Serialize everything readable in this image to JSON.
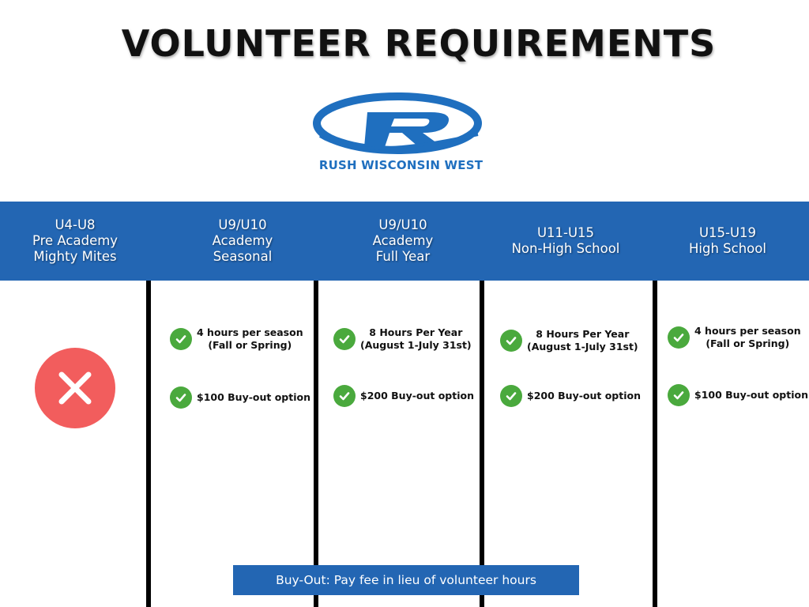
{
  "title": "VOLUNTEER REQUIREMENTS",
  "logo": {
    "text": "RUSH WISCONSIN WEST",
    "letter": "R"
  },
  "colors": {
    "header_blue": "#2366b3",
    "check_green": "#4aa93d",
    "reject_red": "#f25d5d",
    "logo_blue": "#1f6fbf"
  },
  "columns": [
    {
      "lines": [
        "U4-U8",
        "Pre Academy",
        "Mighty Mites"
      ],
      "status": "not-required",
      "status_icon": "x-icon"
    },
    {
      "lines": [
        "U9/U10",
        "Academy",
        "Seasonal"
      ],
      "items": [
        {
          "line1": "4 hours per season",
          "line2": "(Fall or Spring)",
          "icon": "check-icon"
        },
        {
          "line1": "$100 Buy-out option",
          "line2": "",
          "icon": "check-icon"
        }
      ]
    },
    {
      "lines": [
        "U9/U10",
        "Academy",
        "Full Year"
      ],
      "items": [
        {
          "line1": "8 Hours Per Year",
          "line2": "(August 1-July 31st)",
          "icon": "check-icon"
        },
        {
          "line1": "$200 Buy-out option",
          "line2": "",
          "icon": "check-icon"
        }
      ]
    },
    {
      "lines": [
        "U11-U15",
        "Non-High School"
      ],
      "items": [
        {
          "line1": "8 Hours Per Year",
          "line2": "(August 1-July 31st)",
          "icon": "check-icon"
        },
        {
          "line1": "$200 Buy-out option",
          "line2": "",
          "icon": "check-icon"
        }
      ]
    },
    {
      "lines": [
        "U15-U19",
        "High School"
      ],
      "items": [
        {
          "line1": "4 hours per season",
          "line2": "(Fall or Spring)",
          "icon": "check-icon"
        },
        {
          "line1": "$100 Buy-out option",
          "line2": "",
          "icon": "check-icon"
        }
      ]
    }
  ],
  "footer": "Buy-Out:  Pay fee in lieu of volunteer hours"
}
